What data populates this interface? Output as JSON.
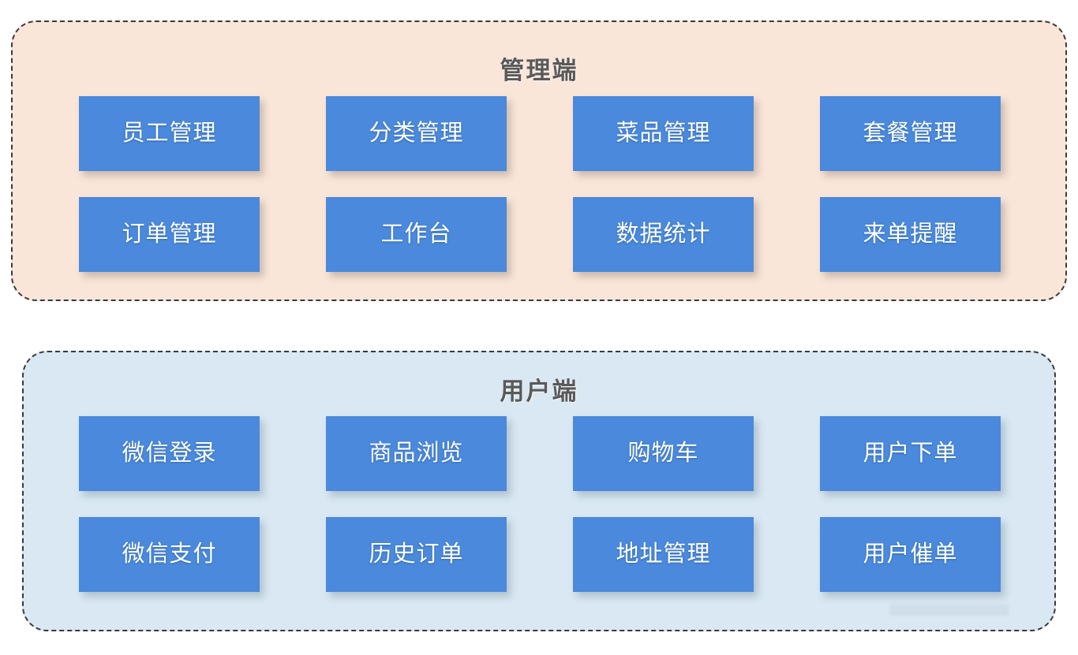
{
  "diagram": {
    "type": "two-tier module map",
    "colors": {
      "admin_panel_background": "#fae6d9",
      "client_panel_background": "#d9e8f2",
      "panel_border": "#3a3a3a",
      "node_fill": "#4a89dc",
      "node_text": "#ffffff",
      "title_text": "#595959",
      "page_background": "#ffffff"
    },
    "panels": [
      {
        "id": "admin",
        "title": "管理端",
        "nodes": [
          {
            "label": "员工管理"
          },
          {
            "label": "分类管理"
          },
          {
            "label": "菜品管理"
          },
          {
            "label": "套餐管理"
          },
          {
            "label": "订单管理"
          },
          {
            "label": "工作台"
          },
          {
            "label": "数据统计"
          },
          {
            "label": "来单提醒"
          }
        ]
      },
      {
        "id": "client",
        "title": "用户端",
        "nodes": [
          {
            "label": "微信登录"
          },
          {
            "label": "商品浏览"
          },
          {
            "label": "购物车"
          },
          {
            "label": "用户下单"
          },
          {
            "label": "微信支付"
          },
          {
            "label": "历史订单"
          },
          {
            "label": "地址管理"
          },
          {
            "label": "用户催单"
          }
        ]
      }
    ]
  }
}
